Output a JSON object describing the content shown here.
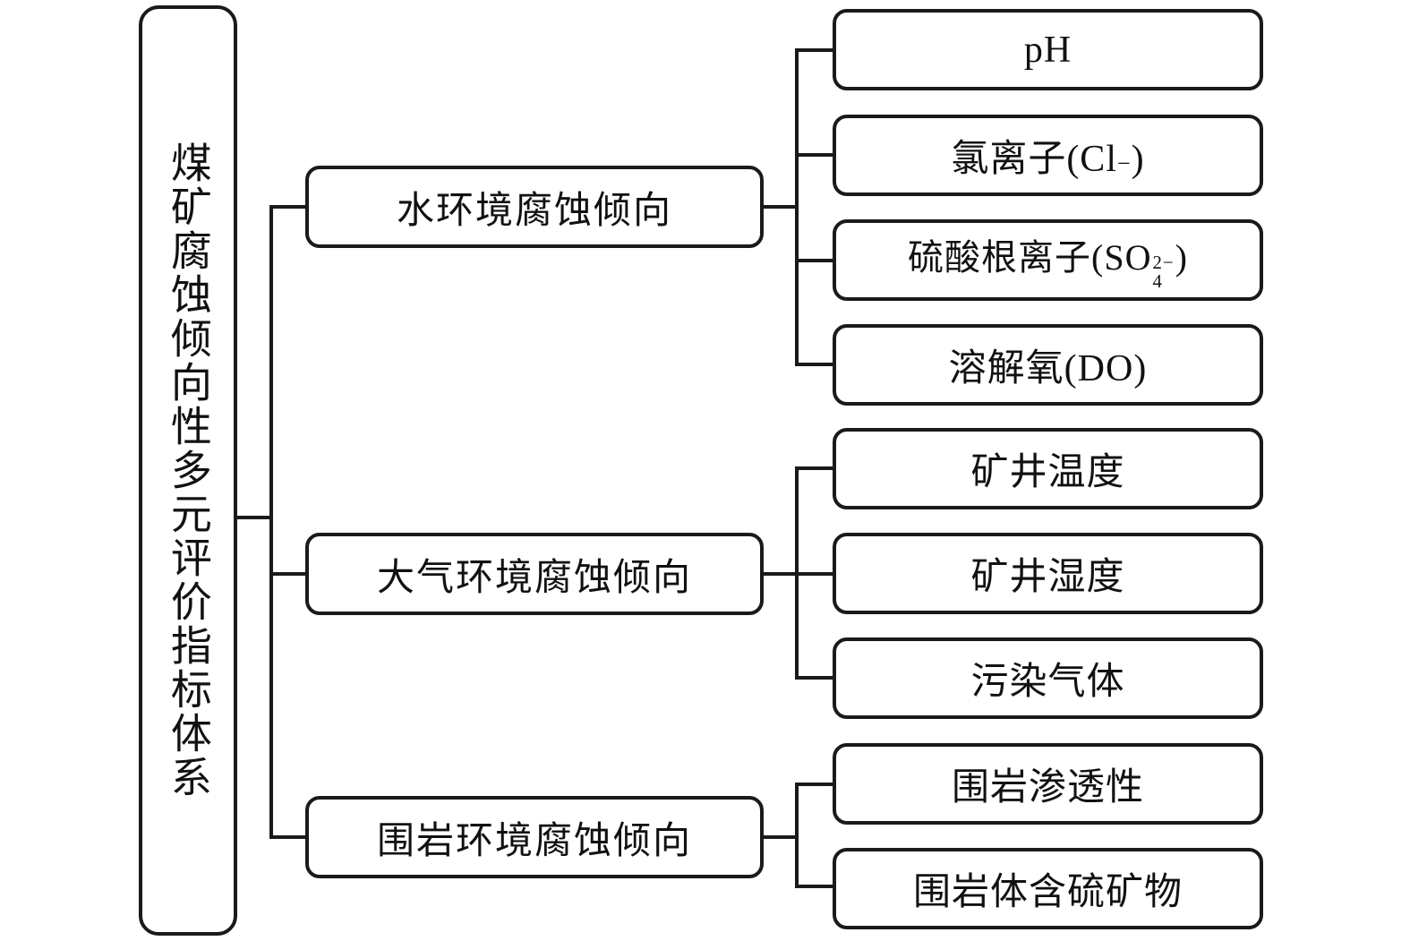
{
  "diagram": {
    "type": "tree",
    "title_vertical": "煤矿腐蚀倾向性多元评价指标体系",
    "root": {
      "label": "煤矿腐蚀倾向性多元评价指标体系"
    },
    "branches": [
      {
        "label": "水环境腐蚀倾向",
        "leaves": [
          {
            "label": "pH"
          },
          {
            "label": "氯离子(Cl",
            "sup": "−",
            "tail": ")"
          },
          {
            "prefix": "硫酸根离子(SO",
            "sup": "2−",
            "sub": "4",
            "tail": ")"
          },
          {
            "label": "溶解氧(DO)"
          }
        ]
      },
      {
        "label": "大气环境腐蚀倾向",
        "leaves": [
          {
            "label": "矿井温度"
          },
          {
            "label": "矿井湿度"
          },
          {
            "label": "污染气体"
          }
        ]
      },
      {
        "label": "围岩环境腐蚀倾向",
        "leaves": [
          {
            "label": "围岩渗透性"
          },
          {
            "label": "围岩体含硫矿物"
          }
        ]
      }
    ],
    "colors": {
      "stroke": "#1a1a1a",
      "background": "#ffffff",
      "text": "#111111"
    }
  }
}
